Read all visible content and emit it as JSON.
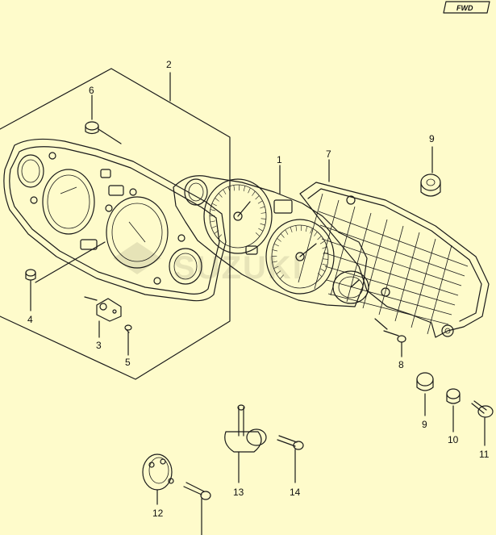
{
  "diagram": {
    "corner_tag": "FWD",
    "watermark": "SUZUKI",
    "callouts": [
      {
        "id": "c1",
        "label": "1"
      },
      {
        "id": "c2",
        "label": "2"
      },
      {
        "id": "c3",
        "label": "3"
      },
      {
        "id": "c4",
        "label": "4"
      },
      {
        "id": "c5",
        "label": "5"
      },
      {
        "id": "c6",
        "label": "6"
      },
      {
        "id": "c7",
        "label": "7"
      },
      {
        "id": "c8",
        "label": "8"
      },
      {
        "id": "c9a",
        "label": "9"
      },
      {
        "id": "c9b",
        "label": "9"
      },
      {
        "id": "c10",
        "label": "10"
      },
      {
        "id": "c11",
        "label": "11"
      },
      {
        "id": "c12",
        "label": "12"
      },
      {
        "id": "c13",
        "label": "13"
      },
      {
        "id": "c14",
        "label": "14"
      }
    ]
  }
}
